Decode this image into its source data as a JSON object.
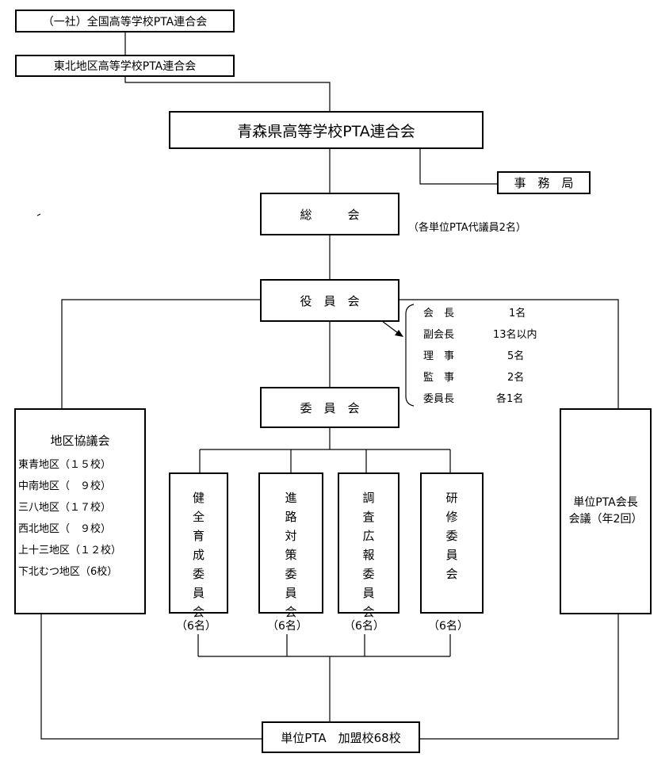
{
  "national_pta": "（一社）全国高等学校PTA連合会",
  "tohoku_pta": "東北地区高等学校PTA連合会",
  "aomori_pta": "青森県高等学校PTA連合会",
  "secretariat": "事　務　局",
  "general_assembly": {
    "label": "総　　　会",
    "note": "（各単位PTA代議員2名）"
  },
  "board": {
    "label": "役　員　会",
    "officers": [
      {
        "role": "会　長",
        "count": "1名"
      },
      {
        "role": "副会長",
        "count": "13名以内"
      },
      {
        "role": "理　事",
        "count": "5名"
      },
      {
        "role": "監　事",
        "count": "2名"
      },
      {
        "role": "委員長",
        "count": "各1名"
      }
    ]
  },
  "committee": {
    "label": "委　員　会"
  },
  "district_council": {
    "title": "地区協議会",
    "districts": [
      "東青地区（１５校）",
      "中南地区（　９校）",
      "三八地区（１７校）",
      "西北地区（　９校）",
      "上十三地区（１２校）",
      "下北むつ地区（6校）"
    ]
  },
  "committees": [
    {
      "name": [
        "健",
        "全",
        "育",
        "成",
        "委",
        "員",
        "会"
      ],
      "members": "（6名）"
    },
    {
      "name": [
        "進",
        "路",
        "対",
        "策",
        "委",
        "員",
        "会"
      ],
      "members": "（6名）"
    },
    {
      "name": [
        "調",
        "査",
        "広",
        "報",
        "委",
        "員",
        "会"
      ],
      "members": "（6名）"
    },
    {
      "name": [
        "研",
        "",
        "修",
        "",
        "委",
        "員",
        "会"
      ],
      "members": "（6名）"
    }
  ],
  "presidents_meeting": {
    "line1": "単位PTA会長",
    "line2": "会議（年2回）"
  },
  "unit_pta": "単位PTA　加盟校68校"
}
